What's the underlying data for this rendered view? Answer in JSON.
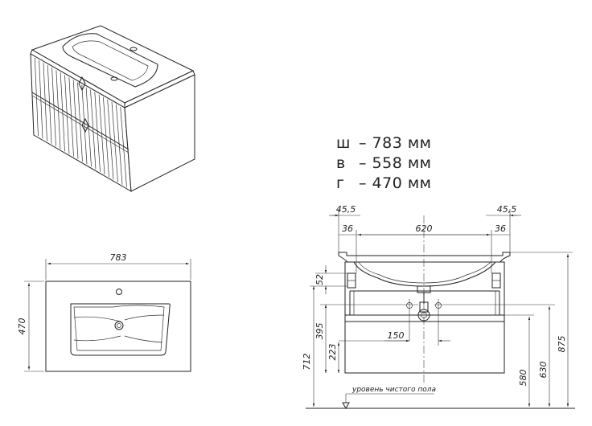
{
  "specs": [
    {
      "key": "ш",
      "value": "– 783 мм"
    },
    {
      "key": "в",
      "value": "– 558 мм"
    },
    {
      "key": "г",
      "value": "– 470 мм"
    }
  ],
  "plan_dims": {
    "width": "783",
    "depth": "470"
  },
  "front_dims": {
    "side_left": "45,5",
    "side_right": "45,5",
    "inset_left": "36",
    "inset_right": "36",
    "basin_width": "620",
    "bowl_depth": "52",
    "h395": "395",
    "h223": "223",
    "h712": "712",
    "offset150": "150",
    "h580": "580",
    "h630": "630",
    "h875": "875"
  },
  "floor_label": "уровень чистого пола"
}
